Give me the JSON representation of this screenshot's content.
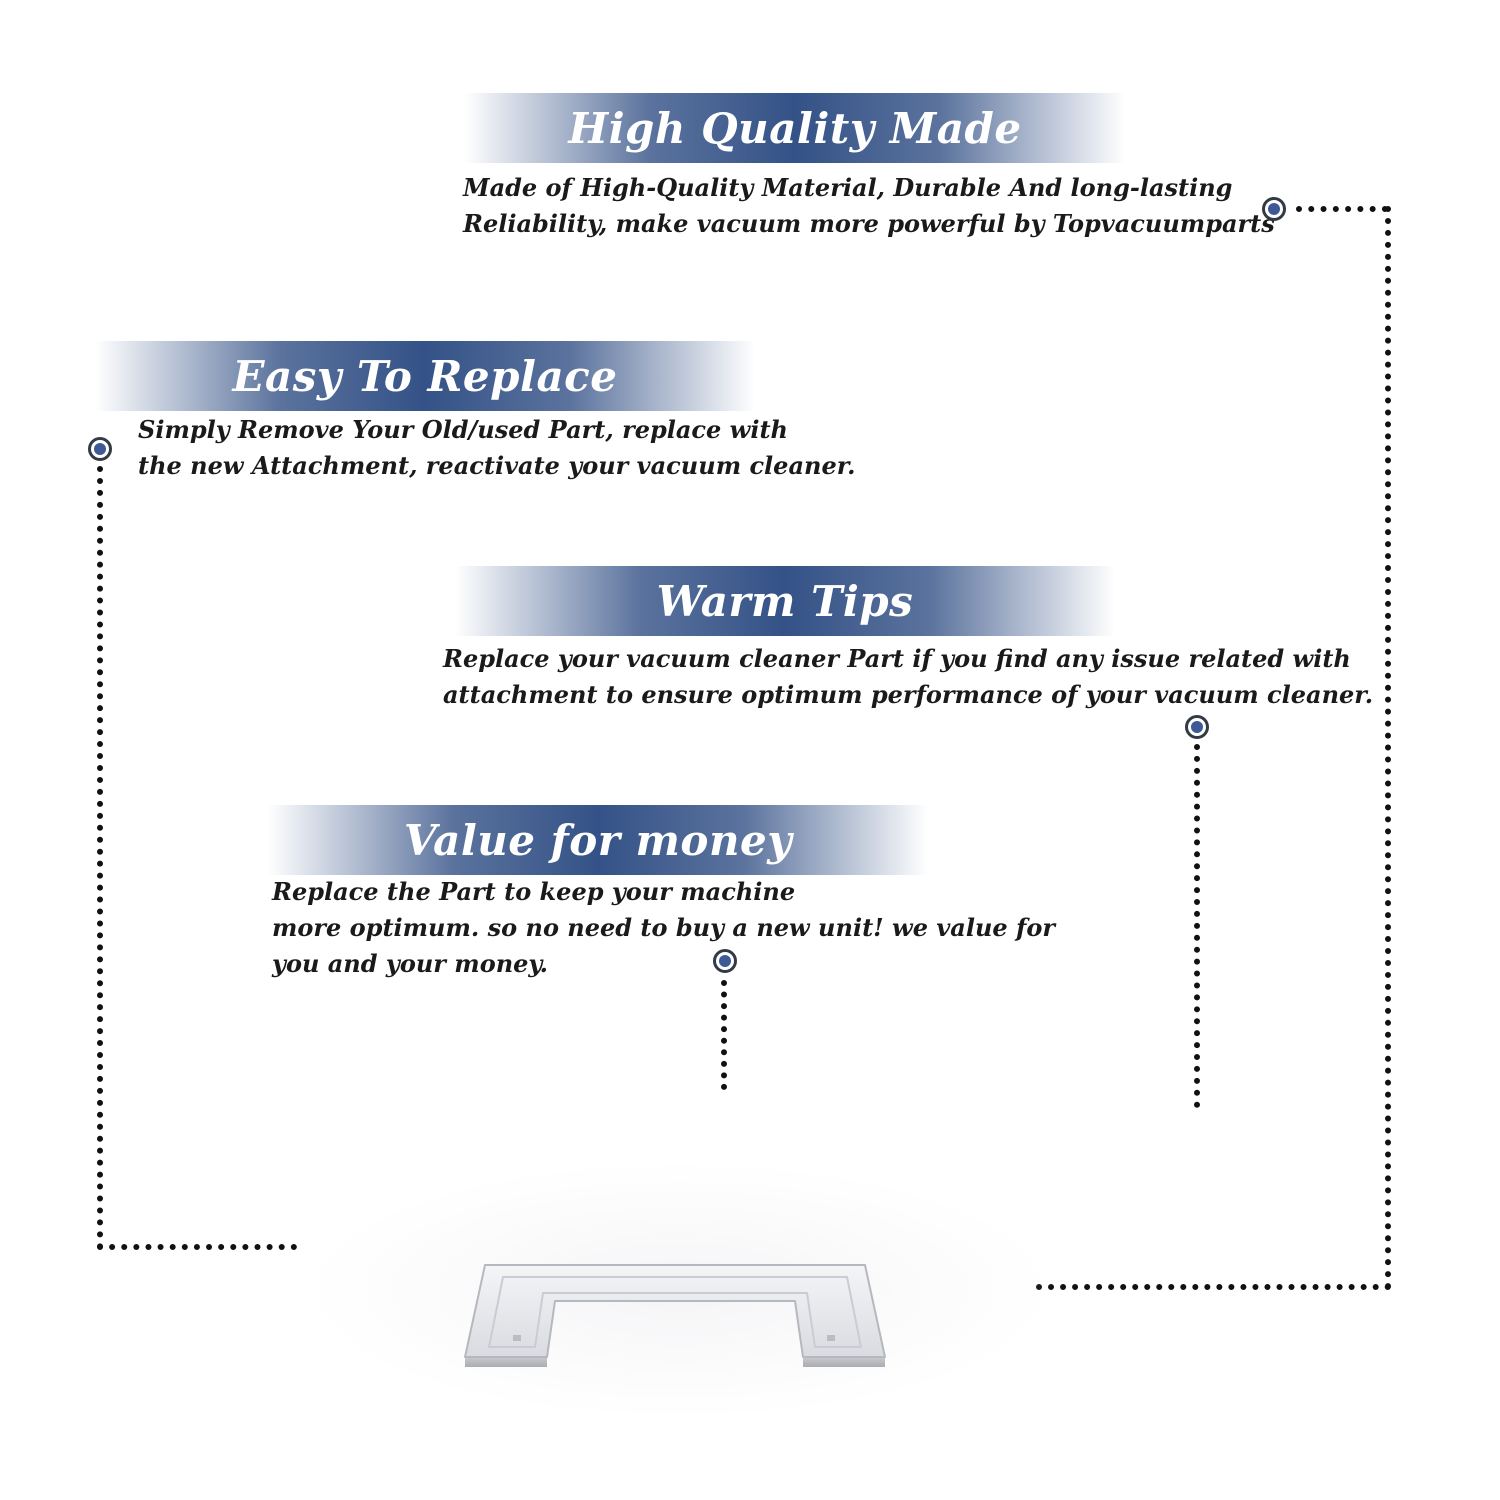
{
  "sections": {
    "quality": {
      "title": "High Quality Made",
      "lines": [
        "Made of  High-Quality Material, Durable And long-lasting",
        "Reliability, make vacuum more powerful by Topvacuumparts"
      ]
    },
    "replace": {
      "title": "Easy To Replace",
      "lines": [
        "Simply Remove Your Old/used Part, replace with",
        "the new Attachment, reactivate your vacuum cleaner."
      ]
    },
    "tips": {
      "title": "Warm Tips",
      "lines": [
        "Replace your vacuum cleaner Part if you find any issue related with",
        " attachment to ensure optimum performance of your vacuum cleaner."
      ]
    },
    "value": {
      "title": "Value for money",
      "lines": [
        "Replace the Part to keep your machine",
        "more optimum. so no need to buy a new unit! we value for",
        "you and your money."
      ]
    }
  },
  "colors": {
    "banner_blue": "#3d5a96",
    "text": "#1a1a1a",
    "dots": "#111111"
  },
  "product": {
    "icon": "vacuum-trim-plate-icon"
  }
}
